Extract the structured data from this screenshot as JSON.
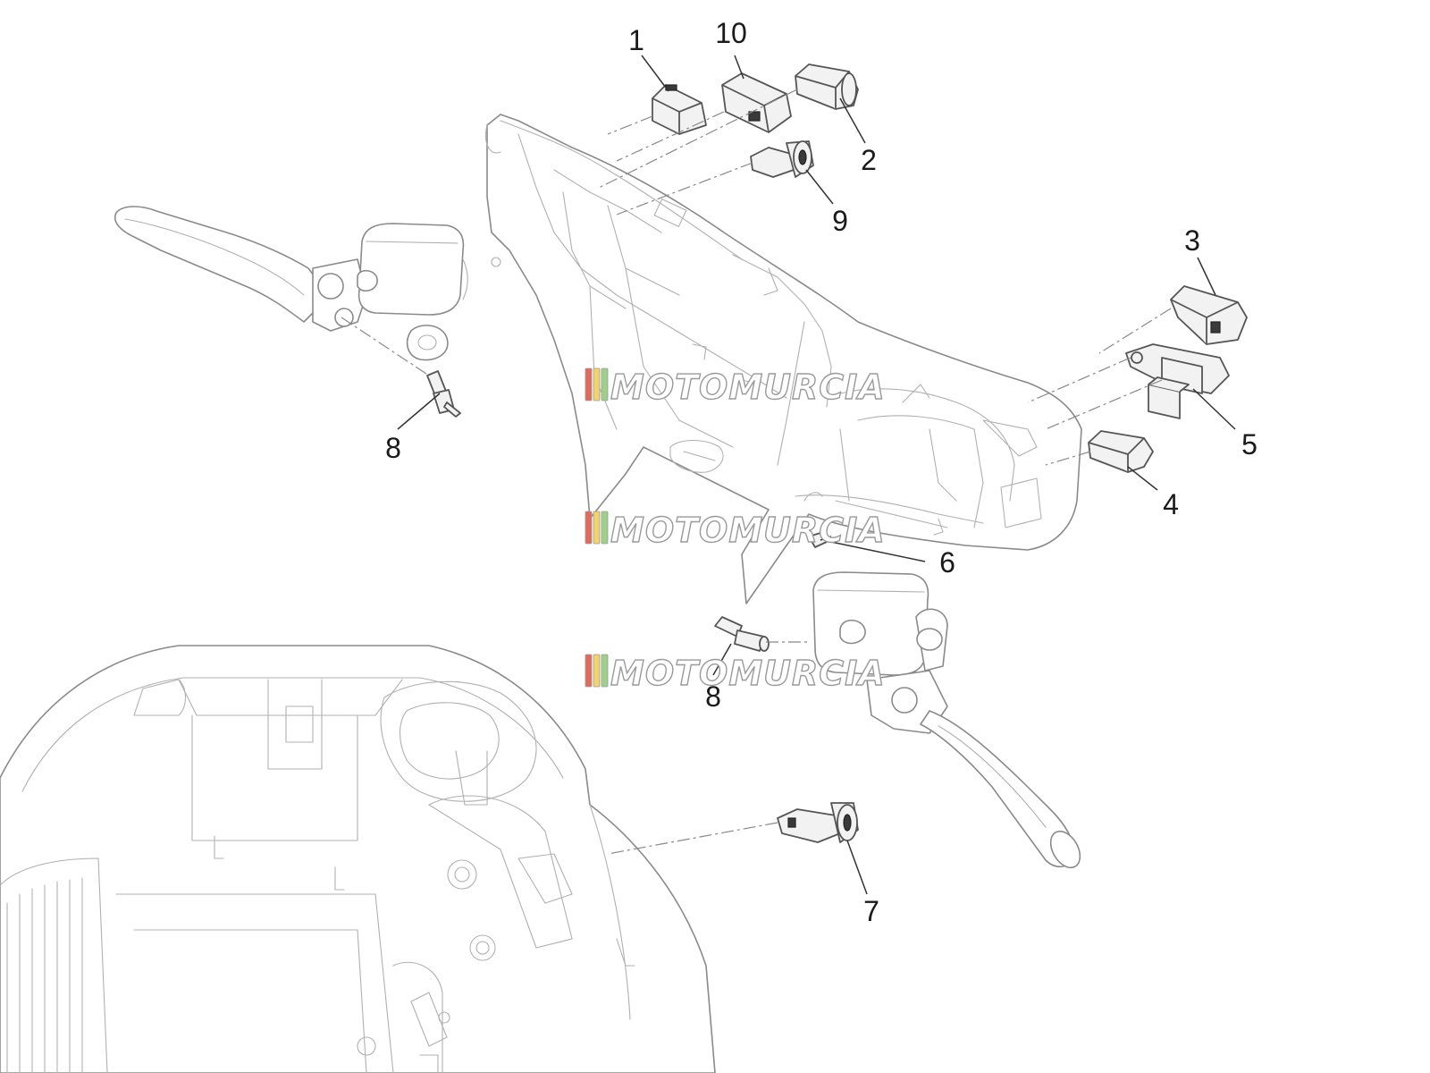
{
  "callouts": [
    {
      "id": "1",
      "text": "1"
    },
    {
      "id": "10",
      "text": "10"
    },
    {
      "id": "2",
      "text": "2"
    },
    {
      "id": "9",
      "text": "9"
    },
    {
      "id": "3",
      "text": "3"
    },
    {
      "id": "5",
      "text": "5"
    },
    {
      "id": "4",
      "text": "4"
    },
    {
      "id": "6",
      "text": "6"
    },
    {
      "id": "8a",
      "text": "8"
    },
    {
      "id": "8b",
      "text": "8"
    },
    {
      "id": "7",
      "text": "7"
    }
  ],
  "watermark": {
    "text": "MOTOMURCIA",
    "stripe_colors": [
      "#e06b5a",
      "#f2d36b",
      "#9fd08a"
    ]
  }
}
